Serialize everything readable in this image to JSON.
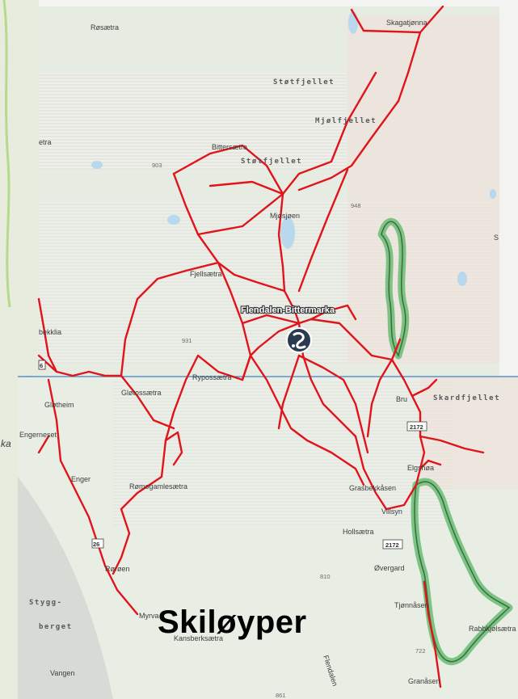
{
  "title": "Skiløyper",
  "colors": {
    "trail": "#e0141b",
    "highlight": "#6fbf7a",
    "water": "#b9d8ee",
    "land": "#e9ede4",
    "grid_line": "#3d7fc1"
  },
  "icons": {
    "logo": "skisporet-logo-icon"
  },
  "place_labels": {
    "rosaetra": "Røsætra",
    "skagatjonna": "Skagatjønna",
    "stotfjellet": "Støtfjellet",
    "mjolfjellet": "Mjølfjellet",
    "bittersaetra": "Bittersætra",
    "stotfjellet2": "Støtfjellet",
    "etra": "etra",
    "mjosjoen": "Mjøsjøen",
    "fjellsaetra": "Fjellsætra",
    "flendalen": "Flendalen-Bittermarka",
    "bekklia": "bekklia",
    "rypossaetra": "Rypossætra",
    "glotossaetra": "Gløtossætra",
    "glotheim": "Gløtheim",
    "engerneset": "Engerneset",
    "enger": "Enger",
    "romogamlesaetra": "Rømogamlesætra",
    "roroen": "Rørøen",
    "myrva": "Myrva",
    "bru": "Bru",
    "skardfjellet": "Skardfjellet",
    "elgshoa": "Elgshøa",
    "grasbekkasen": "Grasbekkåsen",
    "villsyn": "Villsyn",
    "hollsaetra": "Hollsætra",
    "overgard": "Øvergard",
    "tjonnasen": "Tjønnåsen",
    "rabbkjolsaetra": "Rabbkjølsætra",
    "stygg": "Stygg-",
    "berget": "berget",
    "kansberksaetra": "Kansberksætra",
    "vangen": "Vangen",
    "flendalen_road": "Flendalen",
    "granasen": "Granåsen",
    "s": "S",
    "ka": "ka",
    "six": "6"
  },
  "elevations": {
    "e903": "903",
    "e948": "948",
    "e931": "931",
    "e810": "810",
    "e722": "722",
    "e861": "861"
  },
  "roads": {
    "r2172a": "2172",
    "r2172b": "2172",
    "r26": "26"
  }
}
